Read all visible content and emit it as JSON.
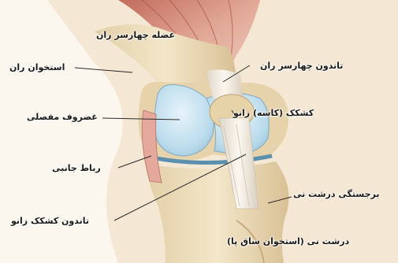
{
  "labels": {
    "quadriceps_muscle": "عضله چهارسر ران",
    "femur": "استخوان ران",
    "quadriceps_tendon": "تاندون چهارسر ران",
    "articular_cartilage": "غضروف مفصلی",
    "patella": "کشکک (کاسه) زانو",
    "lateral_ligament": "رباط جانبی",
    "tibial_tuberosity": "برجستگی درشت نی",
    "patellar_tendon": "تاندون کشکک زانو",
    "tibia": "درشت نی (استخوان ساق پا)"
  },
  "colors": {
    "muscle": "#d9a08f",
    "cartilage": "#c9e2f0",
    "bone": "#e9d9b6",
    "tendon": "#efe9df",
    "leader_line": "#2a2a2a"
  }
}
